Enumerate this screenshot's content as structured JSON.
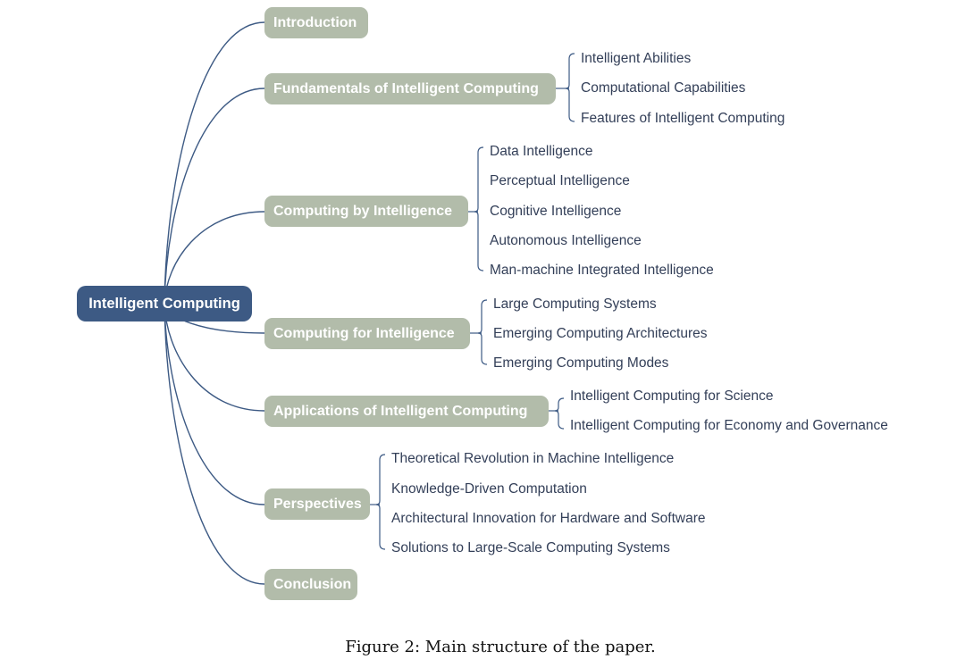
{
  "root": {
    "label": "Intelligent Computing"
  },
  "branches": [
    {
      "label": "Introduction",
      "children": []
    },
    {
      "label": "Fundamentals of Intelligent Computing",
      "children": [
        "Intelligent Abilities",
        "Computational Capabilities",
        "Features of Intelligent Computing"
      ]
    },
    {
      "label": "Computing by Intelligence",
      "children": [
        "Data Intelligence",
        "Perceptual Intelligence",
        "Cognitive Intelligence",
        "Autonomous Intelligence",
        "Man-machine Integrated Intelligence"
      ]
    },
    {
      "label": "Computing for Intelligence",
      "children": [
        "Large Computing Systems",
        "Emerging Computing Architectures",
        "Emerging Computing Modes"
      ]
    },
    {
      "label": "Applications of Intelligent Computing",
      "children": [
        "Intelligent Computing for Science",
        "Intelligent Computing for Economy and Governance"
      ]
    },
    {
      "label": "Perspectives",
      "children": [
        "Theoretical Revolution in Machine Intelligence",
        "Knowledge-Driven Computation",
        "Architectural Innovation for Hardware and Software",
        "Solutions to Large-Scale Computing Systems"
      ]
    },
    {
      "label": "Conclusion",
      "children": []
    }
  ],
  "caption": "Figure 2: Main structure of the paper.",
  "colors": {
    "root_fill": "#3d5a84",
    "branch_fill": "#b2bcaa",
    "line": "#3d5a84",
    "leaf_text": "#333f58"
  }
}
